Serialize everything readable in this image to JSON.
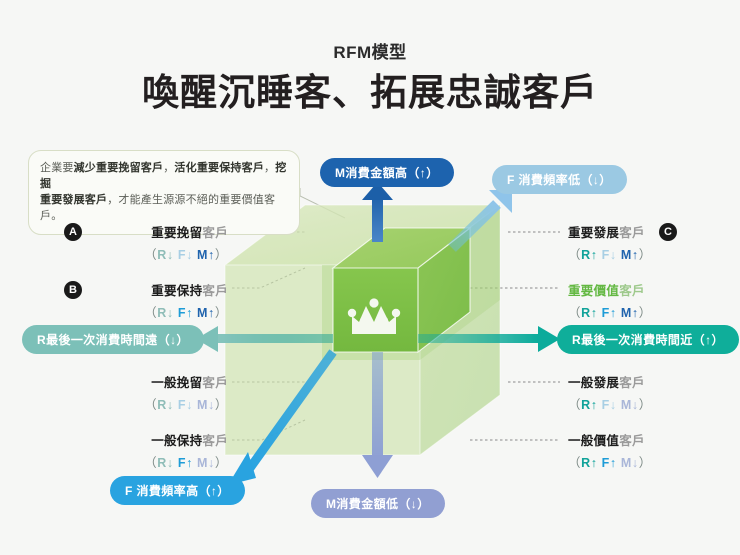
{
  "header": {
    "eyebrow": "RFM模型",
    "headline": "喚醒沉睡客、拓展忠誠客戶"
  },
  "note": {
    "line1_a": "企業要",
    "line1_b": "減少重要挽留客戶",
    "line1_c": "，",
    "line1_d": "活化重要保持客戶",
    "line1_e": "，",
    "line1_f": "挖掘",
    "line2_a": "重要發展客戶",
    "line2_b": "，才能產生源源不絕的重要價值客戶。"
  },
  "axes": {
    "m_high": "M消費金額高（↑）",
    "f_low": "F 消費頻率低（↓）",
    "r_far": "R最後一次消費時間遠（↓）",
    "r_near": "R最後一次消費時間近（↑）",
    "f_high": "F 消費頻率高（↑）",
    "m_low": "M消費金額低（↓）"
  },
  "colors": {
    "background": "#f6f7f5",
    "m_high": "#1d63ae",
    "f_low": "#9bc9e3",
    "r_far": "#7cc0b8",
    "r_near": "#0fae9a",
    "f_high": "#29a3e0",
    "m_low": "#919fd2",
    "cube_core": "#7cc04a",
    "cube_shell": "#b9d98e"
  },
  "segments": [
    {
      "id": "important-retain",
      "badge": "A",
      "side": "left",
      "name_key": "重要挽留",
      "name_tail": "客戶",
      "r": "R↓",
      "f": "F↓",
      "m": "M↑",
      "r_dir": "dn",
      "f_dir": "dn",
      "m_dir": "up"
    },
    {
      "id": "important-keep",
      "badge": "B",
      "side": "left",
      "name_key": "重要保持",
      "name_tail": "客戶",
      "r": "R↓",
      "f": "F↑",
      "m": "M↑",
      "r_dir": "dn",
      "f_dir": "up",
      "m_dir": "up"
    },
    {
      "id": "general-retain",
      "badge": "",
      "side": "left",
      "name_key": "一般挽留",
      "name_tail": "客戶",
      "r": "R↓",
      "f": "F↓",
      "m": "M↓",
      "r_dir": "dn",
      "f_dir": "dn",
      "m_dir": "dn"
    },
    {
      "id": "general-keep",
      "badge": "",
      "side": "left",
      "name_key": "一般保持",
      "name_tail": "客戶",
      "r": "R↓",
      "f": "F↑",
      "m": "M↓",
      "r_dir": "dn",
      "f_dir": "up",
      "m_dir": "dn"
    },
    {
      "id": "important-develop",
      "badge": "C",
      "side": "right",
      "name_key": "重要發展",
      "name_tail": "客戶",
      "r": "R↑",
      "f": "F↓",
      "m": "M↑",
      "r_dir": "up",
      "f_dir": "dn",
      "m_dir": "up"
    },
    {
      "id": "important-value",
      "badge": "",
      "side": "right",
      "highlight": true,
      "name_key": "重要價值",
      "name_tail": "客戶",
      "r": "R↑",
      "f": "F↑",
      "m": "M↑",
      "r_dir": "up",
      "f_dir": "up",
      "m_dir": "up"
    },
    {
      "id": "general-develop",
      "badge": "",
      "side": "right",
      "name_key": "一般發展",
      "name_tail": "客戶",
      "r": "R↑",
      "f": "F↓",
      "m": "M↓",
      "r_dir": "up",
      "f_dir": "dn",
      "m_dir": "dn"
    },
    {
      "id": "general-value",
      "badge": "",
      "side": "right",
      "name_key": "一般價值",
      "name_tail": "客戶",
      "r": "R↑",
      "f": "F↑",
      "m": "M↓",
      "r_dir": "up",
      "f_dir": "up",
      "m_dir": "dn"
    }
  ],
  "cube": {
    "crown_icon": "crown-icon",
    "crown_points": 5
  }
}
